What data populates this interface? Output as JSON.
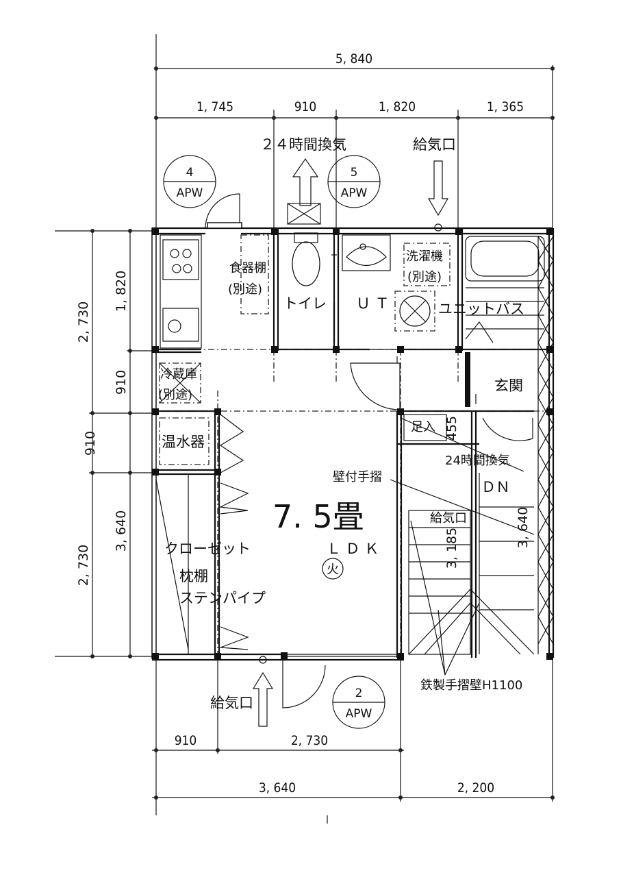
{
  "dimensions": {
    "total_top": "5, 840",
    "top_segments": [
      "1, 745",
      "910",
      "1, 820",
      "1, 365"
    ],
    "left_outer": [
      "2, 730",
      "2, 730"
    ],
    "left_inner": [
      "1, 820",
      "910",
      "910",
      "3, 640"
    ],
    "bottom_segments": [
      "910",
      "2, 730"
    ],
    "bottom_total": [
      "3, 640",
      "2, 200"
    ]
  },
  "rooms": {
    "ldk_size": "7. 5畳",
    "ldk": "Ｌ Ｄ Ｋ",
    "toilet": "トイレ",
    "ut": "Ｕ Ｔ",
    "unit_bath": "ユニットバス",
    "entrance": "玄関",
    "closet": "クローゼット"
  },
  "labels": {
    "vent_24h_top": "２４時間換気",
    "air_inlet_top": "給気口",
    "air_inlet_bottom": "給気口",
    "tableware_shelf": "食器棚",
    "separate": "(別途)",
    "washer": "洗濯機",
    "fridge": "冷蔵庫",
    "water_heater": "温水器",
    "foot_entry": "足入",
    "foot_entry_dim": "455",
    "vent_24h_right": "24時間換気",
    "wall_handrail": "壁付手摺",
    "down": "ＤＮ",
    "air_inlet_stair": "給気口",
    "stair_dim_a": "3, 185",
    "stair_dim_b": "3, 640",
    "pillow_shelf": "枕棚",
    "stainless_pipe": "ステンパイプ",
    "fire_mark": "火",
    "steel_handrail": "鉄製手摺壁H1100"
  },
  "apw_marks": [
    {
      "number": "4",
      "type": "APW"
    },
    {
      "number": "5",
      "type": "APW"
    },
    {
      "number": "2",
      "type": "APW"
    }
  ]
}
